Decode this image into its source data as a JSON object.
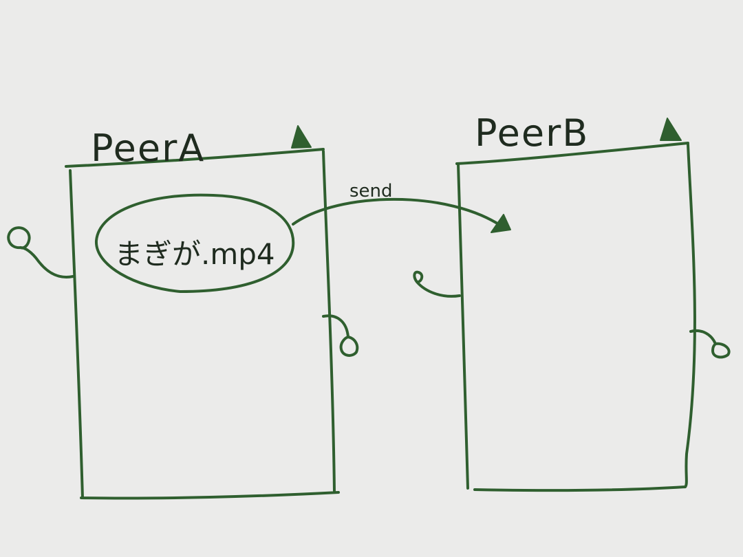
{
  "diagram": {
    "peer_a": {
      "label": "PeerA",
      "file_name": "まぎが.mp4"
    },
    "peer_b": {
      "label": "PeerB"
    },
    "arrow": {
      "label": "send"
    },
    "colors": {
      "background": "#ebebea",
      "ink": "#2f5f2f",
      "text": "#1f2b1f"
    }
  }
}
